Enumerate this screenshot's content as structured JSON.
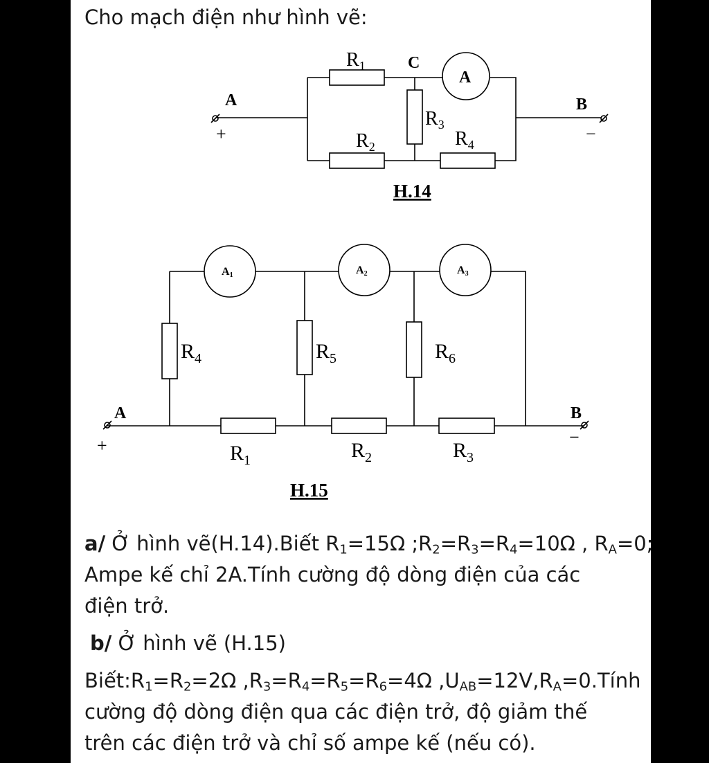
{
  "intro": "Cho mạch điện như hình vẽ:",
  "h14": {
    "caption": "H.14",
    "node_a": "A",
    "node_b": "B",
    "node_c": "C",
    "plus": "+",
    "minus": "−",
    "ammeter": "A",
    "r1": "R",
    "r1_sub": "1",
    "r2": "R",
    "r2_sub": "2",
    "r3": "R",
    "r3_sub": "3",
    "r4": "R",
    "r4_sub": "4"
  },
  "h15": {
    "caption": "H.15",
    "node_a": "A",
    "node_b": "B",
    "plus": "+",
    "minus": "−",
    "a1": "A",
    "a1_sub": "1",
    "a2": "A",
    "a2_sub": "2",
    "a3": "A",
    "a3_sub": "3",
    "r1": "R",
    "r1_sub": "1",
    "r2": "R",
    "r2_sub": "2",
    "r3": "R",
    "r3_sub": "3",
    "r4": "R",
    "r4_sub": "4",
    "r5": "R",
    "r5_sub": "5",
    "r6": "R",
    "r6_sub": "6"
  },
  "part_a": {
    "label": "a/",
    "l1": {
      "t1": " Ở hình vẽ(H.14).Biết R",
      "s1": "1",
      "t2": "=15Ω ;R",
      "s2": "2",
      "t3": "=R",
      "s3": "3",
      "t4": "=R",
      "s4": "4",
      "t5": "=10Ω , R",
      "s5": "A",
      "t6": "=0;"
    },
    "l2": "Ampe kế chỉ 2A.Tính cường độ dòng điện của các",
    "l3": "điện trở."
  },
  "part_b": {
    "label": "b/",
    "l1": " Ở hình vẽ (H.15)",
    "l2": {
      "t1": "Biết:R",
      "s1": "1",
      "t2": "=R",
      "s2": "2",
      "t3": "=2Ω ,R",
      "s3": "3",
      "t4": "=R",
      "s4": "4",
      "t5": "=R",
      "s5": "5",
      "t6": "=R",
      "s6": "6",
      "t7": "=4Ω ,U",
      "s7": "AB",
      "t8": "=12V,R",
      "s8": "A",
      "t9": "=0.Tính"
    },
    "l3": "cường độ dòng điện qua các điện trở, độ giảm thế",
    "l4": "trên các điện trở và chỉ số ampe kế (nếu có)."
  }
}
